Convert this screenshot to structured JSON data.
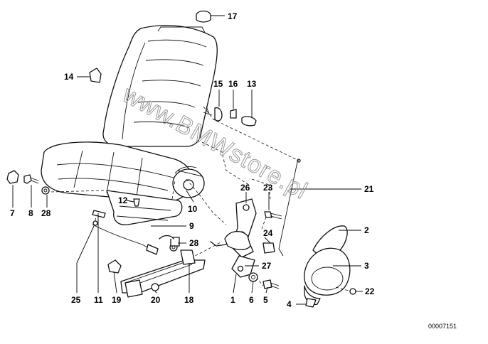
{
  "diagram": {
    "catalog_number": "00007151",
    "watermark": "www.BMWstore.pl",
    "part_labels": [
      "17",
      "14",
      "15",
      "16",
      "13",
      "21",
      "7",
      "8",
      "28",
      "12",
      "10",
      "26",
      "23",
      "24",
      "9",
      "28",
      "27",
      "2",
      "3",
      "22",
      "4",
      "25",
      "11",
      "19",
      "20",
      "18",
      "1",
      "6",
      "5"
    ]
  }
}
